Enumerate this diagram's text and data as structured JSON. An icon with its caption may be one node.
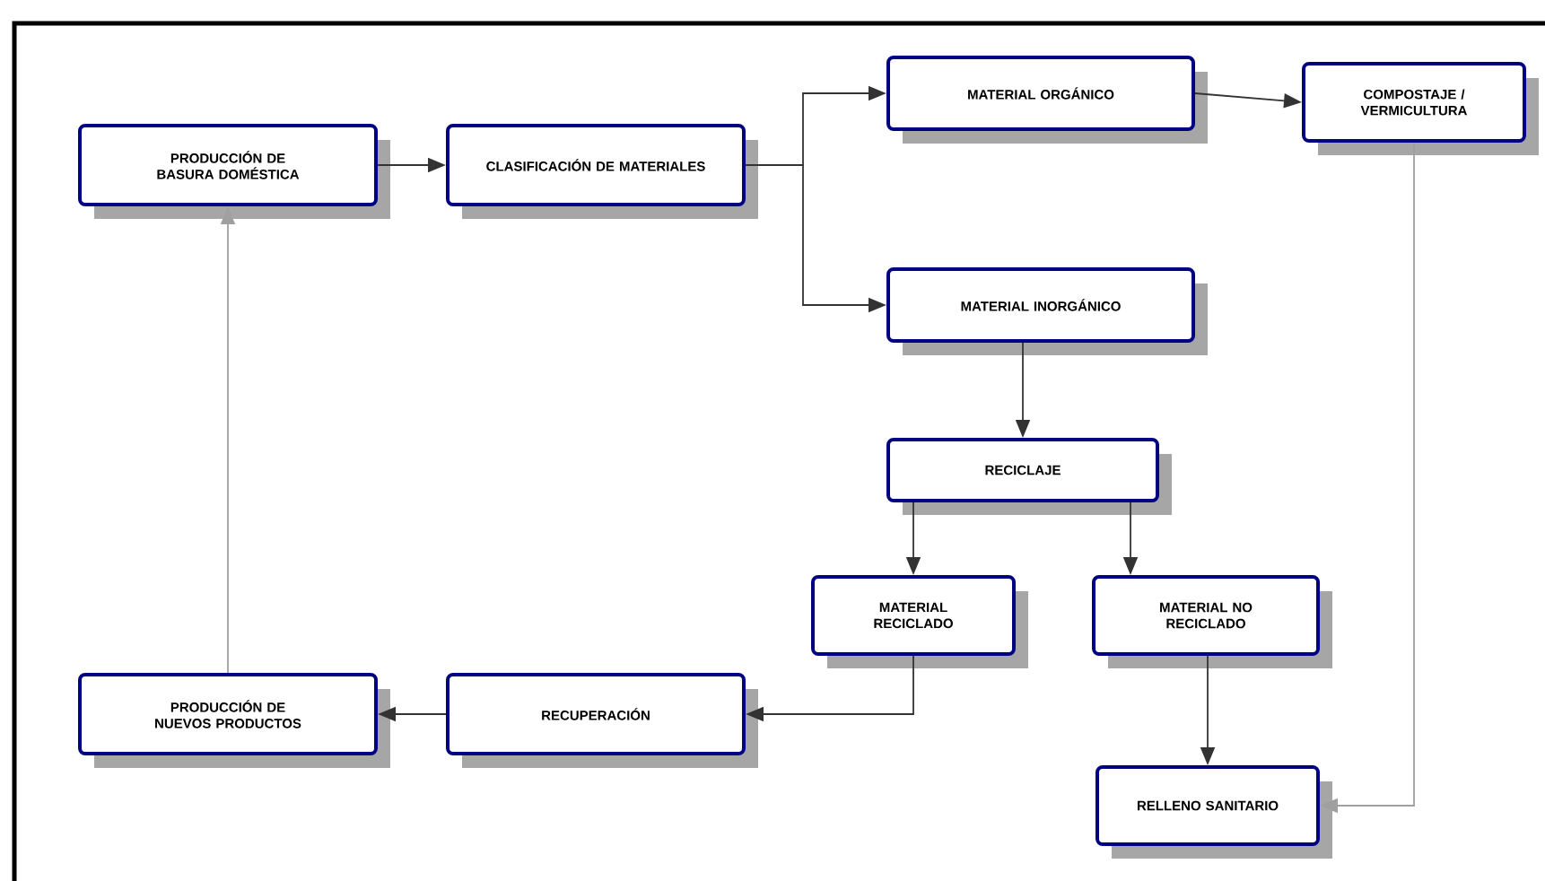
{
  "diagram": {
    "nodes": [
      {
        "text": [
          "PRODUCCIÓN DE BASURA DOMÉSTICA"
        ]
      },
      {
        "text": [
          "CLASIFICACIÓN DE MATERIALES"
        ]
      },
      {
        "text": [
          "MATERIAL ORGÁNICO"
        ]
      },
      {
        "text": [
          "COMPOSTAJE / VERMICULTURA"
        ]
      },
      {
        "text": [
          "MATERIAL INORGÁNICO"
        ]
      },
      {
        "text": [
          "RECICLAJE"
        ]
      },
      {
        "text": [
          "MATERIAL RECICLADO"
        ]
      },
      {
        "text": [
          "MATERIAL NO RECICLADO"
        ]
      },
      {
        "text": [
          "PRODUCCIÓN DE NUEVOS PRODUCTOS"
        ]
      },
      {
        "text": [
          "RECUPERACIÓN"
        ]
      },
      {
        "text": [
          "RELLENO SANITARIO"
        ]
      }
    ],
    "edges": [
      {
        "from": 0,
        "to": 1,
        "arrow": "to"
      },
      {
        "from": 1,
        "to": 2,
        "arrow": "to"
      },
      {
        "from": 1,
        "to": 4,
        "arrow": "to"
      },
      {
        "from": 2,
        "to": 3,
        "arrow": "to"
      },
      {
        "from": 4,
        "to": 5,
        "arrow": "to"
      },
      {
        "from": 5,
        "to": 6,
        "arrow": "to"
      },
      {
        "from": 5,
        "to": 7,
        "arrow": "to"
      },
      {
        "from": 6,
        "to": 9,
        "arrow": "to"
      },
      {
        "from": 9,
        "to": 8,
        "arrow": "to"
      },
      {
        "from": 8,
        "to": 0,
        "arrow": "to",
        "color": "#a0a0a0"
      },
      {
        "from": 7,
        "to": 10,
        "arrow": "to"
      },
      {
        "from": 3,
        "to": 10,
        "arrow": "to",
        "color": "#a0a0a0"
      }
    ]
  }
}
